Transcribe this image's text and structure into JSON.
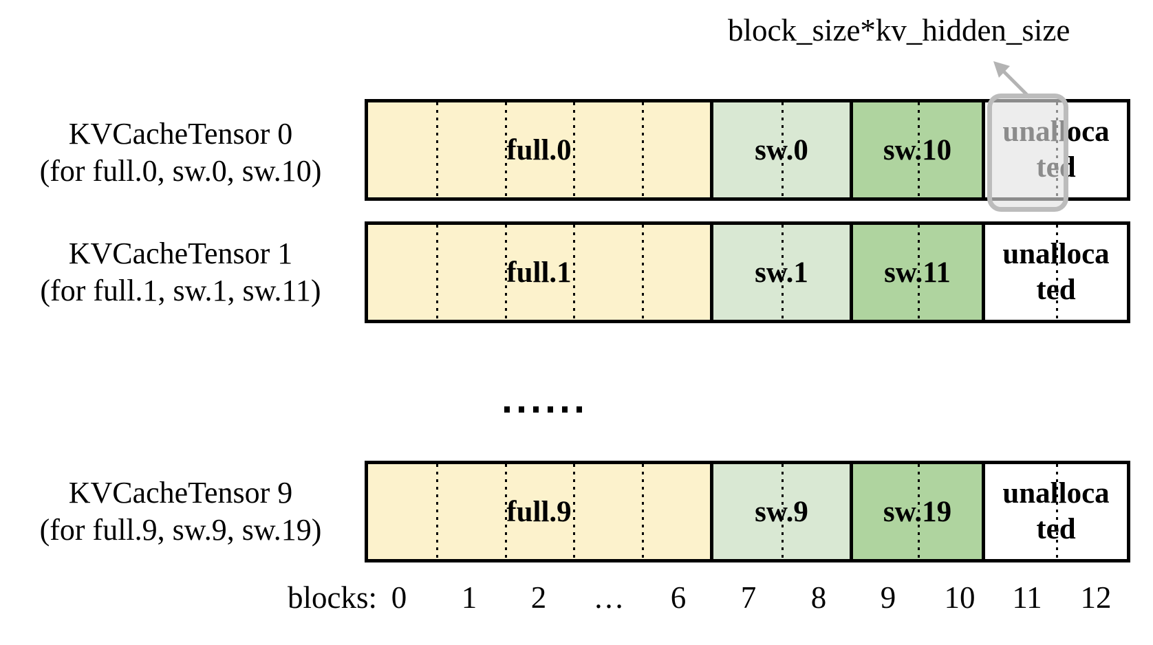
{
  "annotation": {
    "text": "block_size*kv_hidden_size"
  },
  "rows": [
    {
      "title": "KVCacheTensor 0",
      "subtitle": "(for full.0, sw.0, sw.10)",
      "full": "full.0",
      "sw_a": "sw.0",
      "sw_b": "sw.10",
      "unalloc_line1": "unalloca",
      "unalloc_line2": "ted",
      "unalloc_word": "unallocated"
    },
    {
      "title": "KVCacheTensor 1",
      "subtitle": "(for full.1, sw.1, sw.11)",
      "full": "full.1",
      "sw_a": "sw.1",
      "sw_b": "sw.11",
      "unalloc_line1": "unalloca",
      "unalloc_line2": "ted",
      "unalloc_word": "unallocated"
    },
    {
      "title": "KVCacheTensor 9",
      "subtitle": "(for full.9, sw.9, sw.19)",
      "full": "full.9",
      "sw_a": "sw.9",
      "sw_b": "sw.19",
      "unalloc_line1": "unalloca",
      "unalloc_line2": "ted",
      "unalloc_word": "unallocated"
    }
  ],
  "ellipsis": "......",
  "axis": {
    "label": "blocks:",
    "ticks": [
      "0",
      "1",
      "2",
      "…",
      "6",
      "7",
      "8",
      "9",
      "10",
      "11",
      "12"
    ]
  },
  "colors": {
    "full-bg": "#FCF2CC",
    "sw-a-bg": "#D9E8D3",
    "sw-b-bg": "#AFD49F",
    "unalloc-bg": "#FFFFFF",
    "highlight-border": "#BCBCBC",
    "highlight-fill": "rgba(226,226,226,0.62)",
    "arrow": "#B3B3B3"
  }
}
